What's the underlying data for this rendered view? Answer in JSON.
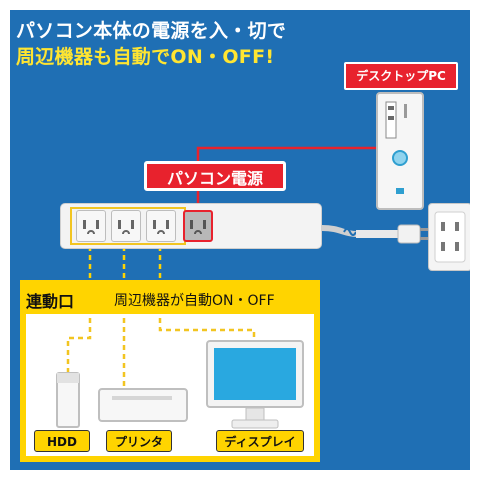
{
  "headline": {
    "line1": "パソコン本体の電源を入・切で",
    "line2": "周辺機器も自動でON・OFF!"
  },
  "pc": {
    "label": "デスクトップPC"
  },
  "power_strip": {
    "pc_outlet_label": "パソコン電源"
  },
  "linked_panel": {
    "title": "連動口",
    "subtitle": "周辺機器が自動ON・OFF"
  },
  "devices": [
    {
      "label": "HDD"
    },
    {
      "label": "プリンタ"
    },
    {
      "label": "ディスプレイ"
    }
  ],
  "colors": {
    "background": "#1f6fb4",
    "accent_red": "#e8222d",
    "accent_yellow": "#ffd400",
    "headline_yellow": "#ffe531"
  }
}
